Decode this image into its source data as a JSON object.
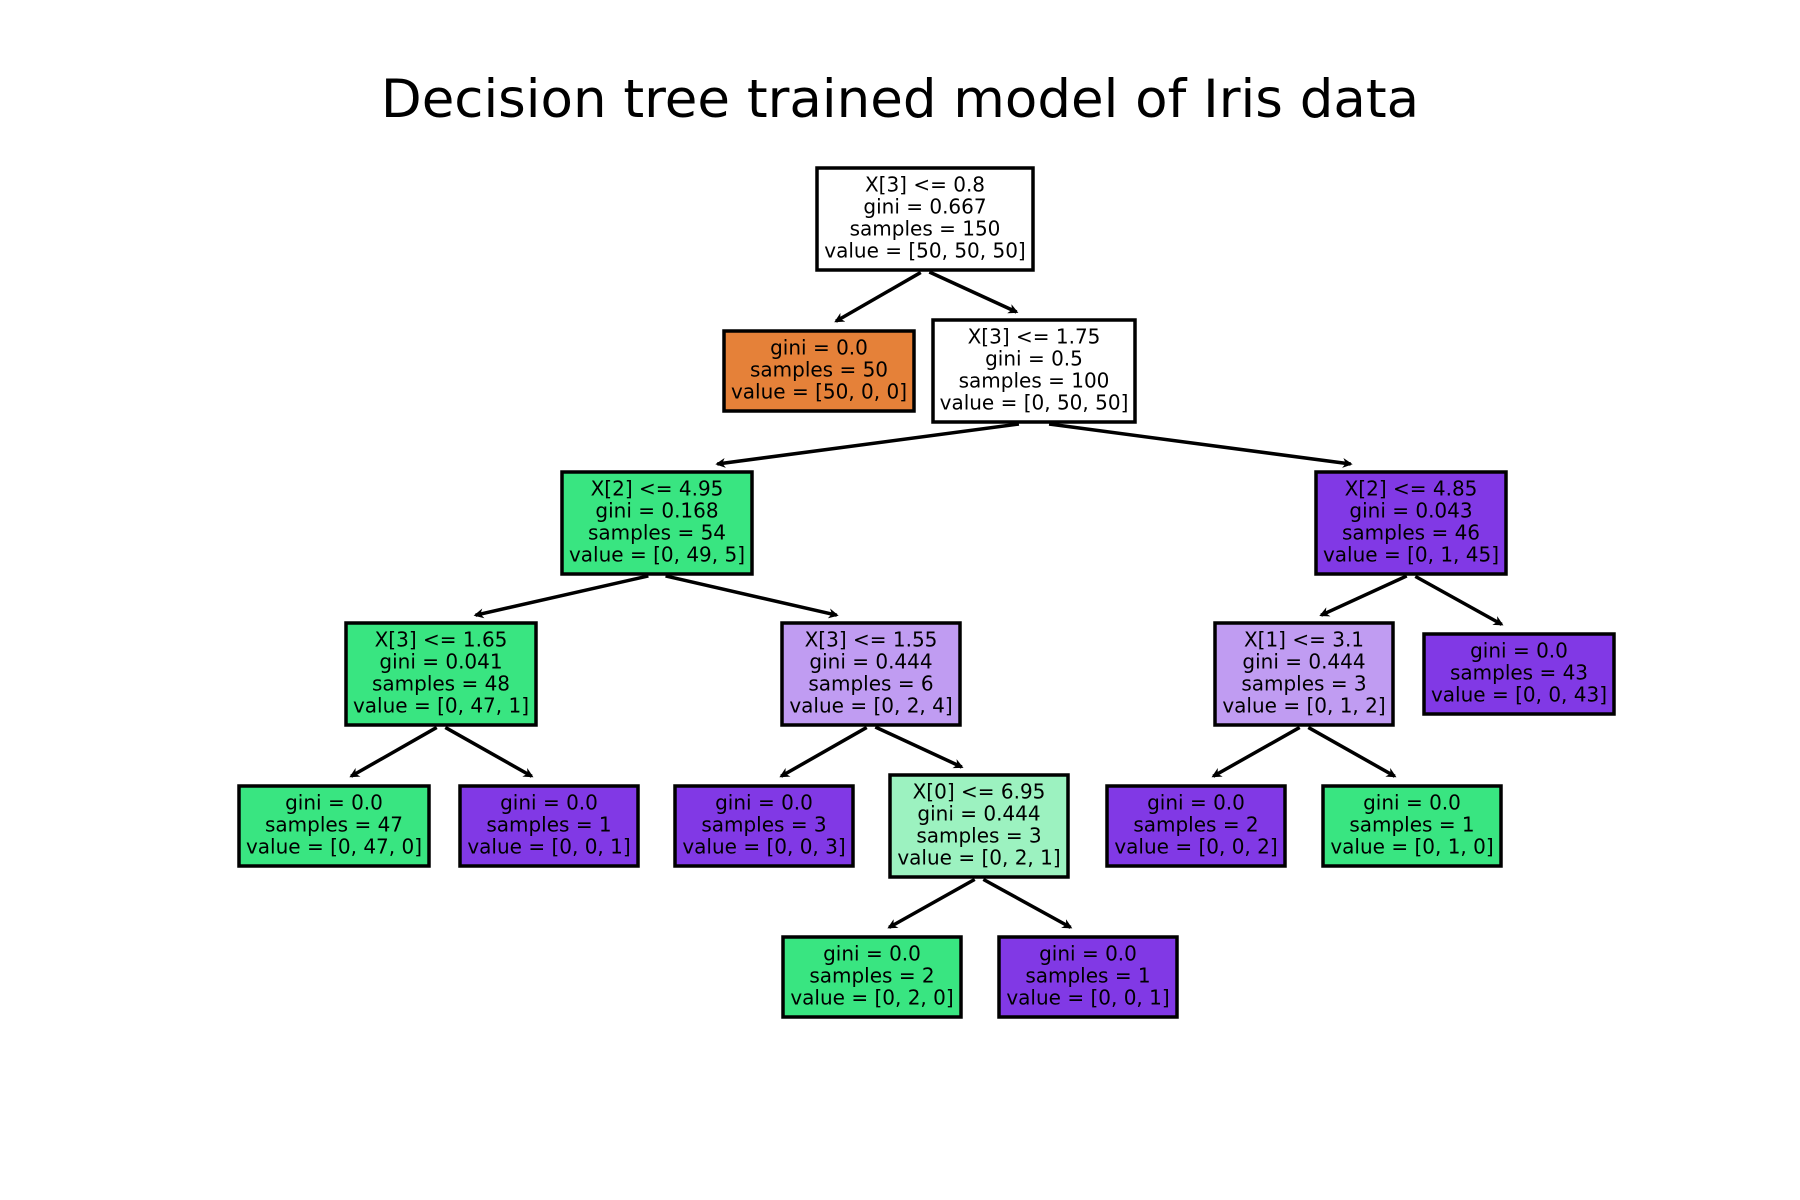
{
  "title": "Decision tree trained model of Iris data",
  "class_colors": {
    "orange": "#e58139",
    "green": "#39e581",
    "light_green": "#9cf2c0",
    "purple": "#8139e5",
    "light_purple": "#c09cf2",
    "white": "#ffffff"
  },
  "nodes": [
    {
      "id": "n0",
      "lines": [
        "X[3] <= 0.8",
        "gini = 0.667",
        "samples = 150",
        "value = [50, 50, 50]"
      ],
      "fill": "white"
    },
    {
      "id": "n1",
      "lines": [
        "gini = 0.0",
        "samples = 50",
        "value = [50, 0, 0]"
      ],
      "fill": "orange"
    },
    {
      "id": "n2",
      "lines": [
        "X[3] <= 1.75",
        "gini = 0.5",
        "samples = 100",
        "value = [0, 50, 50]"
      ],
      "fill": "white"
    },
    {
      "id": "n3",
      "lines": [
        "X[2] <= 4.95",
        "gini = 0.168",
        "samples = 54",
        "value = [0, 49, 5]"
      ],
      "fill": "green"
    },
    {
      "id": "n4",
      "lines": [
        "X[2] <= 4.85",
        "gini = 0.043",
        "samples = 46",
        "value = [0, 1, 45]"
      ],
      "fill": "purple"
    },
    {
      "id": "n5",
      "lines": [
        "X[3] <= 1.65",
        "gini = 0.041",
        "samples = 48",
        "value = [0, 47, 1]"
      ],
      "fill": "green"
    },
    {
      "id": "n6",
      "lines": [
        "X[3] <= 1.55",
        "gini = 0.444",
        "samples = 6",
        "value = [0, 2, 4]"
      ],
      "fill": "light_purple"
    },
    {
      "id": "n7",
      "lines": [
        "X[1] <= 3.1",
        "gini = 0.444",
        "samples = 3",
        "value = [0, 1, 2]"
      ],
      "fill": "light_purple"
    },
    {
      "id": "n8",
      "lines": [
        "gini = 0.0",
        "samples = 43",
        "value = [0, 0, 43]"
      ],
      "fill": "purple"
    },
    {
      "id": "n9",
      "lines": [
        "gini = 0.0",
        "samples = 47",
        "value = [0, 47, 0]"
      ],
      "fill": "green"
    },
    {
      "id": "n10",
      "lines": [
        "gini = 0.0",
        "samples = 1",
        "value = [0, 0, 1]"
      ],
      "fill": "purple"
    },
    {
      "id": "n11",
      "lines": [
        "gini = 0.0",
        "samples = 3",
        "value = [0, 0, 3]"
      ],
      "fill": "purple"
    },
    {
      "id": "n12",
      "lines": [
        "X[0] <= 6.95",
        "gini = 0.444",
        "samples = 3",
        "value = [0, 2, 1]"
      ],
      "fill": "light_green"
    },
    {
      "id": "n13",
      "lines": [
        "gini = 0.0",
        "samples = 2",
        "value = [0, 0, 2]"
      ],
      "fill": "purple"
    },
    {
      "id": "n14",
      "lines": [
        "gini = 0.0",
        "samples = 1",
        "value = [0, 1, 0]"
      ],
      "fill": "green"
    },
    {
      "id": "n15",
      "lines": [
        "gini = 0.0",
        "samples = 2",
        "value = [0, 2, 0]"
      ],
      "fill": "green"
    },
    {
      "id": "n16",
      "lines": [
        "gini = 0.0",
        "samples = 1",
        "value = [0, 0, 1]"
      ],
      "fill": "purple"
    }
  ],
  "edges": [
    [
      "n0",
      "n1"
    ],
    [
      "n0",
      "n2"
    ],
    [
      "n2",
      "n3"
    ],
    [
      "n2",
      "n4"
    ],
    [
      "n3",
      "n5"
    ],
    [
      "n3",
      "n6"
    ],
    [
      "n4",
      "n7"
    ],
    [
      "n4",
      "n8"
    ],
    [
      "n5",
      "n9"
    ],
    [
      "n5",
      "n10"
    ],
    [
      "n6",
      "n11"
    ],
    [
      "n6",
      "n12"
    ],
    [
      "n7",
      "n13"
    ],
    [
      "n7",
      "n14"
    ],
    [
      "n12",
      "n15"
    ],
    [
      "n12",
      "n16"
    ]
  ]
}
